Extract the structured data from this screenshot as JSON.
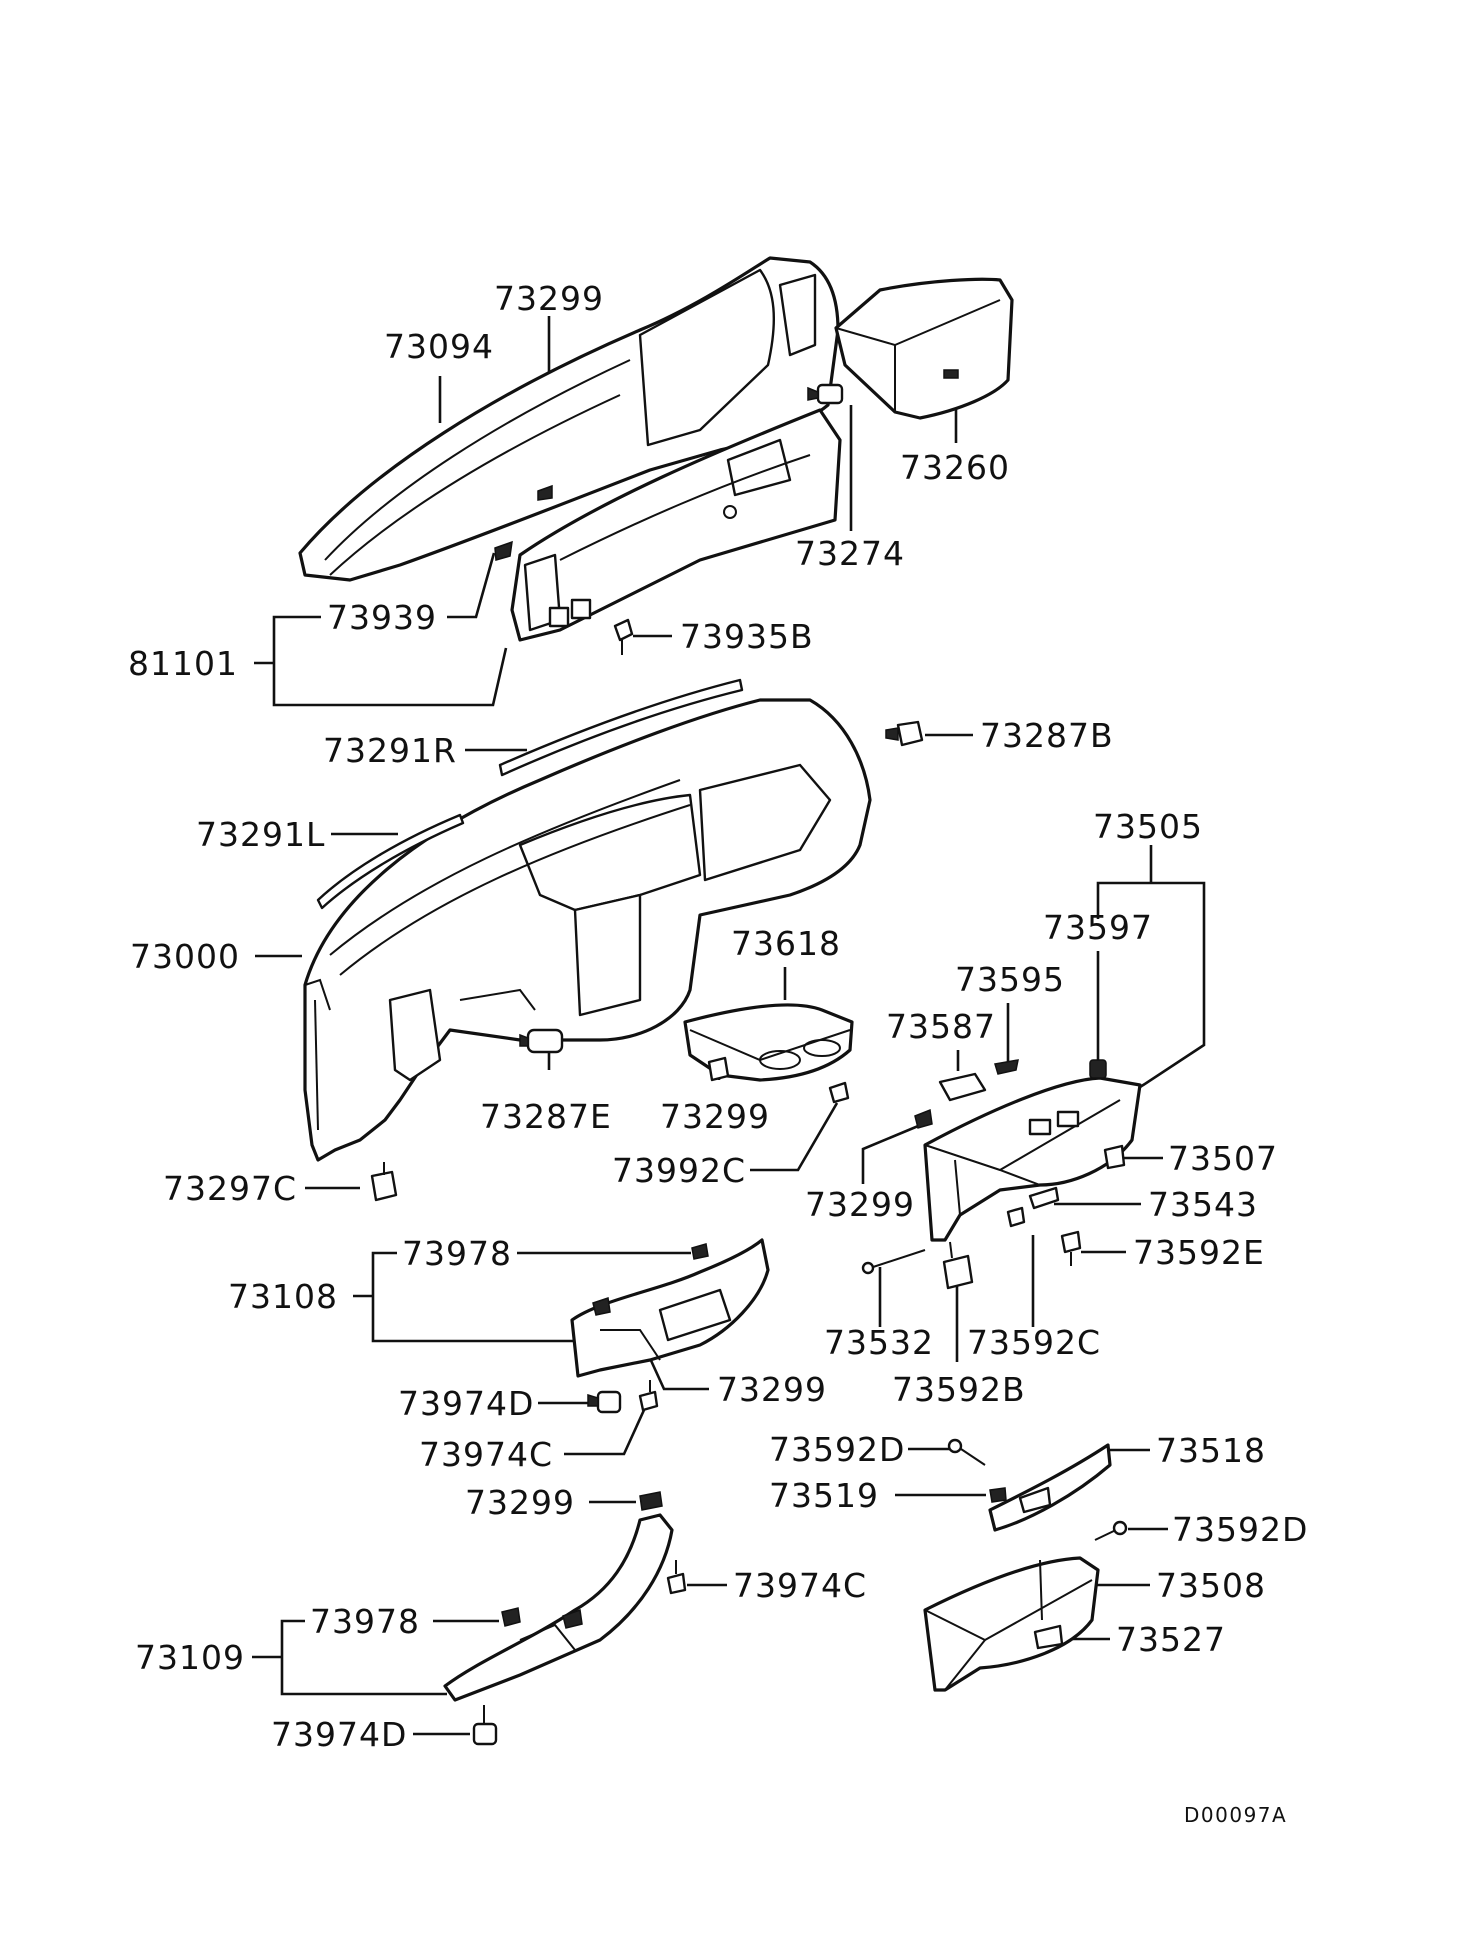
{
  "diagram": {
    "drawing_code": "D00097A",
    "labels": [
      {
        "id": "lbl-73299-a",
        "text": "73299"
      },
      {
        "id": "lbl-73094",
        "text": "73094"
      },
      {
        "id": "lbl-73260",
        "text": "73260"
      },
      {
        "id": "lbl-73274",
        "text": "73274"
      },
      {
        "id": "lbl-73939",
        "text": "73939"
      },
      {
        "id": "lbl-81101",
        "text": "81101"
      },
      {
        "id": "lbl-73935b",
        "text": "73935B"
      },
      {
        "id": "lbl-73291r",
        "text": "73291R"
      },
      {
        "id": "lbl-73287b",
        "text": "73287B"
      },
      {
        "id": "lbl-73291l",
        "text": "73291L"
      },
      {
        "id": "lbl-73505",
        "text": "73505"
      },
      {
        "id": "lbl-73597",
        "text": "73597"
      },
      {
        "id": "lbl-73000",
        "text": "73000"
      },
      {
        "id": "lbl-73618",
        "text": "73618"
      },
      {
        "id": "lbl-73595",
        "text": "73595"
      },
      {
        "id": "lbl-73587",
        "text": "73587"
      },
      {
        "id": "lbl-73287e",
        "text": "73287E"
      },
      {
        "id": "lbl-73299-b",
        "text": "73299"
      },
      {
        "id": "lbl-73507",
        "text": "73507"
      },
      {
        "id": "lbl-73992c",
        "text": "73992C"
      },
      {
        "id": "lbl-73297c",
        "text": "73297C"
      },
      {
        "id": "lbl-73299-c",
        "text": "73299"
      },
      {
        "id": "lbl-73543",
        "text": "73543"
      },
      {
        "id": "lbl-73592e",
        "text": "73592E"
      },
      {
        "id": "lbl-73978-a",
        "text": "73978"
      },
      {
        "id": "lbl-73108",
        "text": "73108"
      },
      {
        "id": "lbl-73532",
        "text": "73532"
      },
      {
        "id": "lbl-73592c",
        "text": "73592C"
      },
      {
        "id": "lbl-73299-d",
        "text": "73299"
      },
      {
        "id": "lbl-73592b",
        "text": "73592B"
      },
      {
        "id": "lbl-73974d-a",
        "text": "73974D"
      },
      {
        "id": "lbl-73974c-a",
        "text": "73974C"
      },
      {
        "id": "lbl-73592d-a",
        "text": "73592D"
      },
      {
        "id": "lbl-73518",
        "text": "73518"
      },
      {
        "id": "lbl-73519",
        "text": "73519"
      },
      {
        "id": "lbl-73299-e",
        "text": "73299"
      },
      {
        "id": "lbl-73592d-b",
        "text": "73592D"
      },
      {
        "id": "lbl-73974c-b",
        "text": "73974C"
      },
      {
        "id": "lbl-73508",
        "text": "73508"
      },
      {
        "id": "lbl-73978-b",
        "text": "73978"
      },
      {
        "id": "lbl-73527",
        "text": "73527"
      },
      {
        "id": "lbl-73109",
        "text": "73109"
      },
      {
        "id": "lbl-73974d-b",
        "text": "73974D"
      }
    ]
  }
}
